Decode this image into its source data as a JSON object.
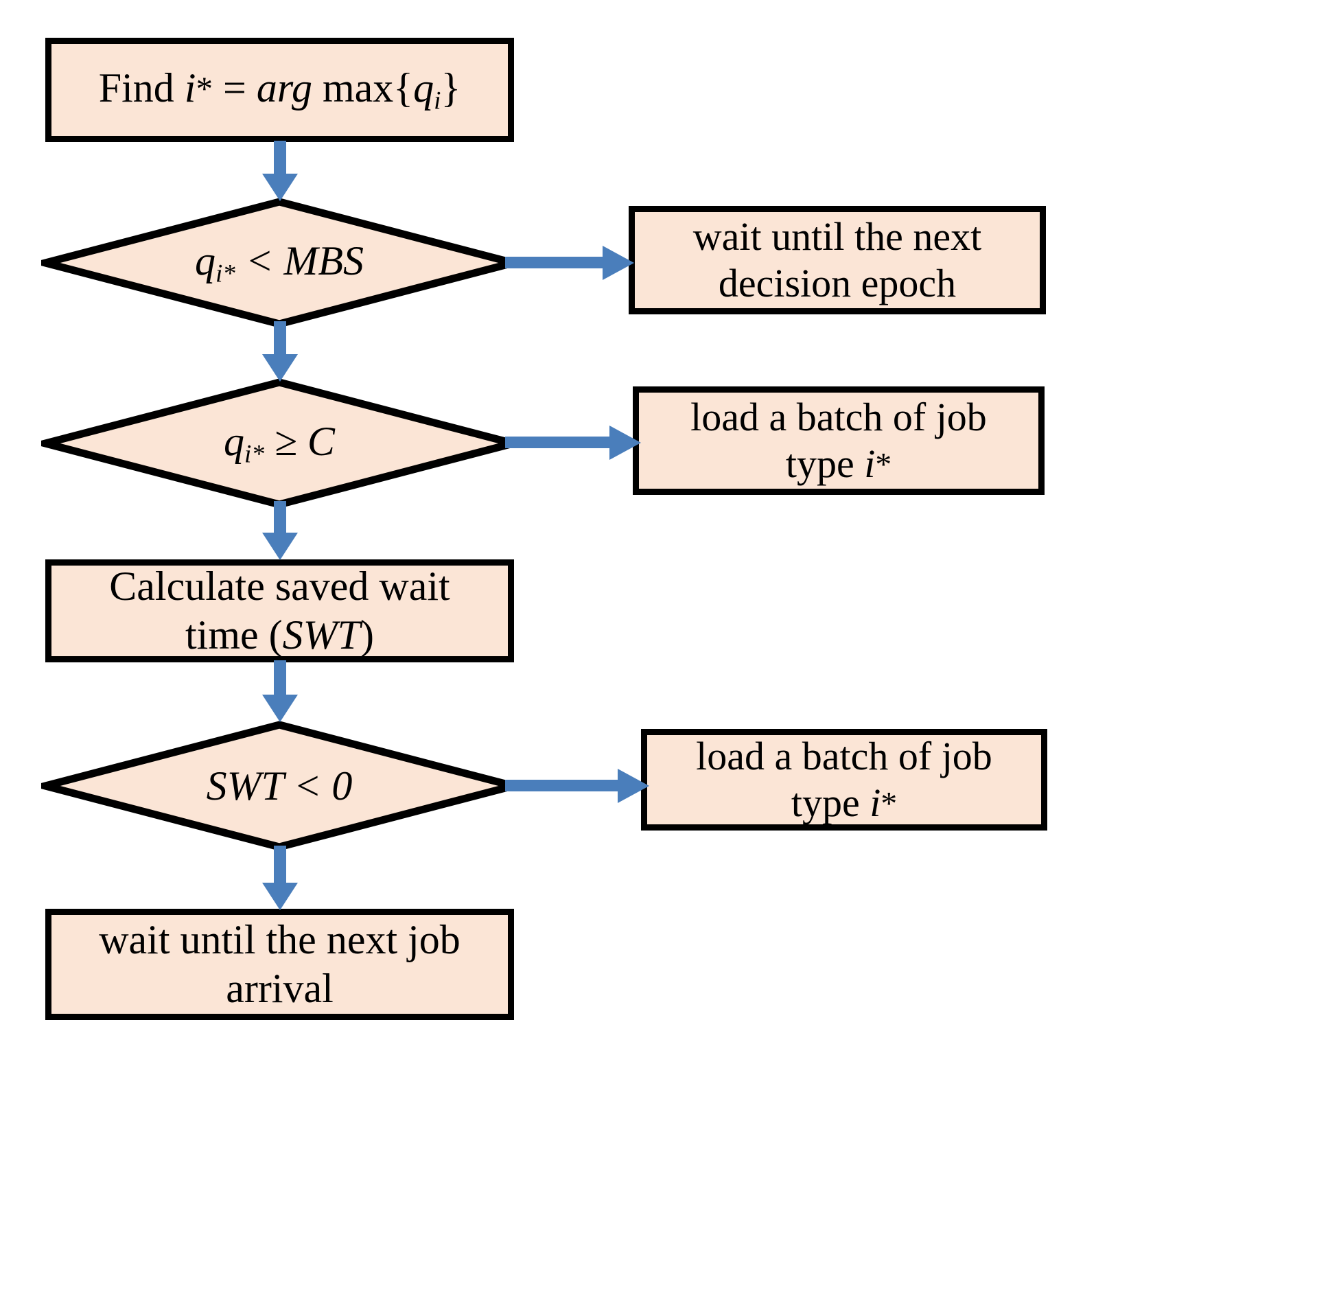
{
  "diagram": {
    "type": "flowchart",
    "title": "",
    "palette": {
      "node_fill": "#FBE5D6",
      "node_border": "#000000",
      "arrow": "#4A7EBB",
      "background": "#FFFFFF",
      "text": "#000000"
    },
    "nodes": [
      {
        "id": "find-i-star",
        "shape": "process",
        "text_plain": "Find i* = arg max{qi}",
        "parts": {
          "lead": "Find ",
          "var": "i",
          "star": "*",
          "eq": " = ",
          "arg": "arg",
          "max_open": " max{",
          "q": "q",
          "q_sub": "i",
          "close": "}"
        }
      },
      {
        "id": "q-lt-mbs",
        "shape": "decision",
        "text_plain": "qi* < MBS",
        "parts": {
          "q": "q",
          "sub": "i*",
          "op": " < ",
          "rhs": "MBS"
        }
      },
      {
        "id": "wait-next-decision-epoch",
        "shape": "process",
        "line1": "wait until  the next",
        "line2": "decision  epoch"
      },
      {
        "id": "q-ge-c",
        "shape": "decision",
        "text_plain": "qi* ≥ C",
        "parts": {
          "q": "q",
          "sub": "i*",
          "op": " ≥ ",
          "rhs": "C"
        }
      },
      {
        "id": "load-batch-1",
        "shape": "process",
        "line1": "load a batch of job",
        "line2_lead": "type ",
        "line2_var": "i",
        "line2_star": "*"
      },
      {
        "id": "calculate-swt",
        "shape": "process",
        "line1": "Calculate  saved  wait",
        "line2_lead": "time (",
        "line2_it": "SWT",
        "line2_tail": ")"
      },
      {
        "id": "swt-lt-zero",
        "shape": "decision",
        "text_plain": "SWT < 0",
        "parts": {
          "lhs": "SWT",
          "op": " < ",
          "rhs": "0"
        }
      },
      {
        "id": "load-batch-2",
        "shape": "process",
        "line1": "load a batch of job",
        "line2_lead": "type ",
        "line2_var": "i",
        "line2_star": "*"
      },
      {
        "id": "wait-next-job-arrival",
        "shape": "process",
        "line1": "wait until  the next job",
        "line2": "arrival"
      }
    ],
    "edges": [
      {
        "id": "e1",
        "from": "find-i-star",
        "to": "q-lt-mbs",
        "direction": "down",
        "label": ""
      },
      {
        "id": "e2",
        "from": "q-lt-mbs",
        "to": "wait-next-decision-epoch",
        "direction": "right",
        "label": ""
      },
      {
        "id": "e3",
        "from": "q-lt-mbs",
        "to": "q-ge-c",
        "direction": "down",
        "label": ""
      },
      {
        "id": "e4",
        "from": "q-ge-c",
        "to": "load-batch-1",
        "direction": "right",
        "label": ""
      },
      {
        "id": "e5",
        "from": "q-ge-c",
        "to": "calculate-swt",
        "direction": "down",
        "label": ""
      },
      {
        "id": "e6",
        "from": "calculate-swt",
        "to": "swt-lt-zero",
        "direction": "down",
        "label": ""
      },
      {
        "id": "e7",
        "from": "swt-lt-zero",
        "to": "load-batch-2",
        "direction": "right",
        "label": ""
      },
      {
        "id": "e8",
        "from": "swt-lt-zero",
        "to": "wait-next-job-arrival",
        "direction": "down",
        "label": ""
      }
    ]
  }
}
